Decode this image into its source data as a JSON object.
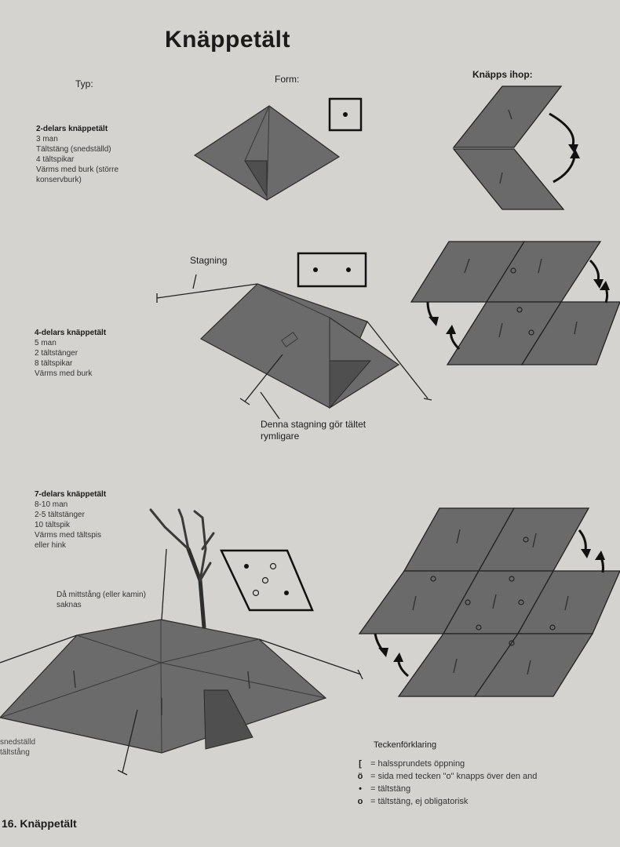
{
  "title": "Knäppetält",
  "headers": {
    "typ": "Typ:",
    "form": "Form:",
    "knapps_ihop": "Knäpps ihop:"
  },
  "sections": [
    {
      "title": "2-delars knäppetält",
      "lines": [
        "3 man",
        "Tältstäng (snedställd)",
        "4 tältspikar",
        "Värms med burk (större",
        "konservburk)"
      ]
    },
    {
      "title": "4-delars knäppetält",
      "lines": [
        "5 man",
        "2  tältstänger",
        "8 tältspikar",
        "Värms med burk"
      ]
    },
    {
      "title": "7-delars knäppetält",
      "lines": [
        "8-10 man",
        "2-5 tältstänger",
        "10 tältspik",
        "Värms med tältspis",
        "eller hink"
      ]
    }
  ],
  "labels": {
    "stagning": "Stagning",
    "denna_stagning": "Denna stagning gör tältet rymligare",
    "mittstang": "Då mittstång (eller kamin) saknas",
    "snedstald": "snedställd tältstång"
  },
  "legend": {
    "title": "Teckenförklaring",
    "items": [
      {
        "symbol": "[",
        "text": "= halssprundets öppning"
      },
      {
        "symbol": "ö",
        "text": "= sida med tecken \"o\" knapps över den and"
      },
      {
        "symbol": "•",
        "text": "= tältstäng"
      },
      {
        "symbol": "o",
        "text": "= tältstäng, ej obligatorisk"
      }
    ]
  },
  "footer": "16. Knäppetält"
}
